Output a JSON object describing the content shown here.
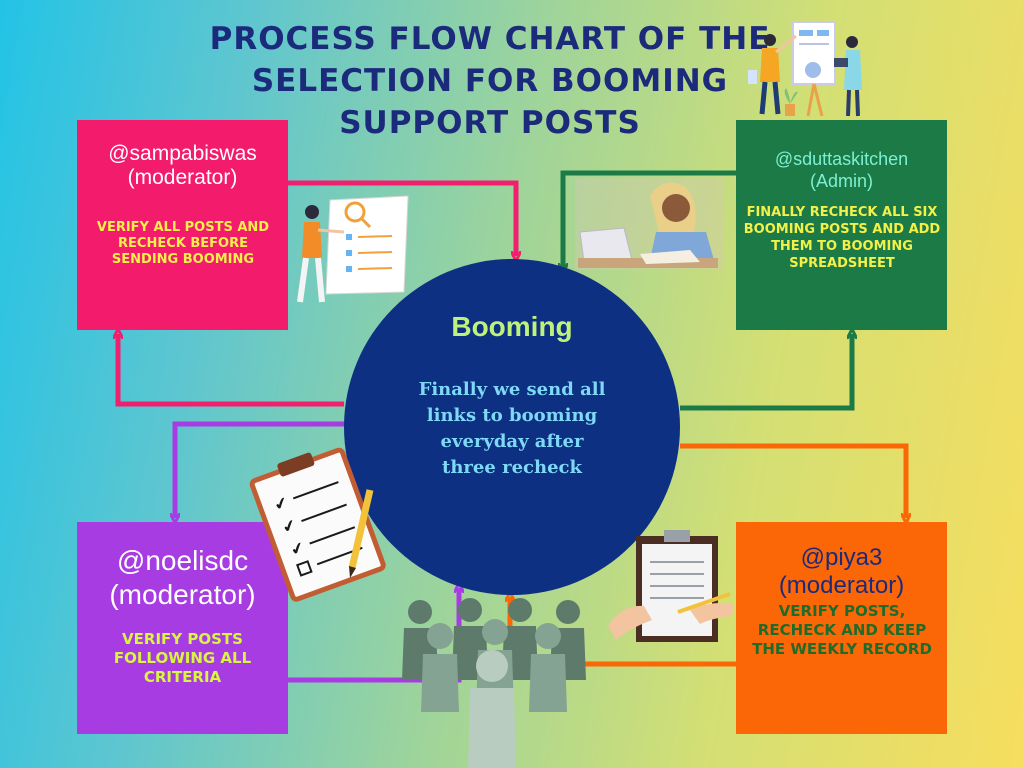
{
  "title": "PROCESS FLOW CHART OF THE SELECTION FOR BOOMING SUPPORT POSTS",
  "center": {
    "heading": "Booming",
    "text": "Finally we send all links to booming everyday after three recheck"
  },
  "boxes": {
    "sampabiswas": {
      "handle": "@sampabiswas",
      "role": "(moderator)",
      "task": "VERIFY ALL POSTS AND RECHECK BEFORE SENDING BOOMING"
    },
    "sduttaskitchen": {
      "handle": "@sduttaskitchen",
      "role": "(Admin)",
      "task": "FINALLY RECHECK ALL SIX BOOMING POSTS AND ADD THEM TO BOOMING SPREADSHEET"
    },
    "noelisdc": {
      "handle": "@noelisdc",
      "role": "(moderator)",
      "task": "VERIFY POSTS FOLLOWING ALL CRITERIA"
    },
    "piya3": {
      "handle": "@piya3",
      "role": "(moderator)",
      "task": "VERIFY POSTS, RECHECK AND KEEP THE WEEKLY RECORD"
    }
  },
  "colors": {
    "title": "#1c2a7c",
    "circle": "#0d3082",
    "pink": "#f31c6c",
    "green": "#1b7a45",
    "purple": "#a73ce3",
    "orange": "#fb6706"
  }
}
